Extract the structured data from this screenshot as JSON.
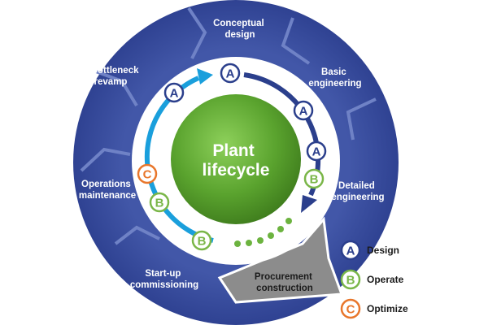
{
  "diagram": {
    "center_label": [
      "Plant",
      "lifecycle"
    ],
    "phases": [
      {
        "id": "conceptual",
        "lines": [
          "Conceptual",
          "design"
        ]
      },
      {
        "id": "basic",
        "lines": [
          "Basic",
          "engineering"
        ]
      },
      {
        "id": "detailed",
        "lines": [
          "Detailed",
          "engineering"
        ]
      },
      {
        "id": "procurement",
        "lines": [
          "Procurement",
          "construction"
        ]
      },
      {
        "id": "startup",
        "lines": [
          "Start-up",
          "commissioning"
        ]
      },
      {
        "id": "operations",
        "lines": [
          "Operations",
          "maintenance"
        ]
      },
      {
        "id": "debottleneck",
        "lines": [
          "Debottleneck",
          "revamp"
        ]
      }
    ],
    "badges": {
      "top": "A",
      "right_1": "A",
      "right_2": "A",
      "right_3": "B",
      "left_top": "A",
      "left_c": "C",
      "left_b": "B",
      "bottom_b": "B"
    },
    "legend": [
      {
        "letter": "A",
        "label": "Design",
        "color": "#2b3f8c"
      },
      {
        "letter": "B",
        "label": "Operate",
        "color": "#7ab648"
      },
      {
        "letter": "C",
        "label": "Optimize",
        "color": "#e8762b"
      }
    ],
    "colors": {
      "ring": "#3a4fa0",
      "ring_dark": "#2b3b86",
      "procurement": "#8c8c8c",
      "core": "#5aa32e",
      "cyan_arrow": "#1a9fdc",
      "navy_arrow": "#2b3f8c",
      "dots": "#6cb33f"
    }
  }
}
